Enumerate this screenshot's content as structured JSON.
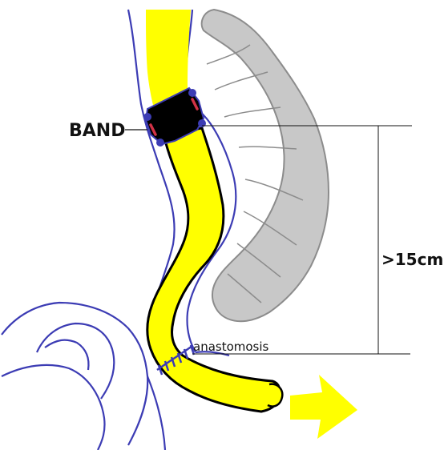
{
  "labels": {
    "band": "BAND",
    "distance": ">15cm",
    "anastomosis": "anastomosis"
  },
  "colors": {
    "bowel_fill": "#ffff00",
    "band_fill": "#000000",
    "wall_outline": "#3c3cb4",
    "colon_fill": "#c8c8c8",
    "colon_outline": "#8c8c8c",
    "suture_mark": "#d23246",
    "staple_line": "#3c3cb4",
    "dimension_line": "#111111"
  },
  "icons": {
    "flow_arrow": "yellow-arrow-icon"
  }
}
